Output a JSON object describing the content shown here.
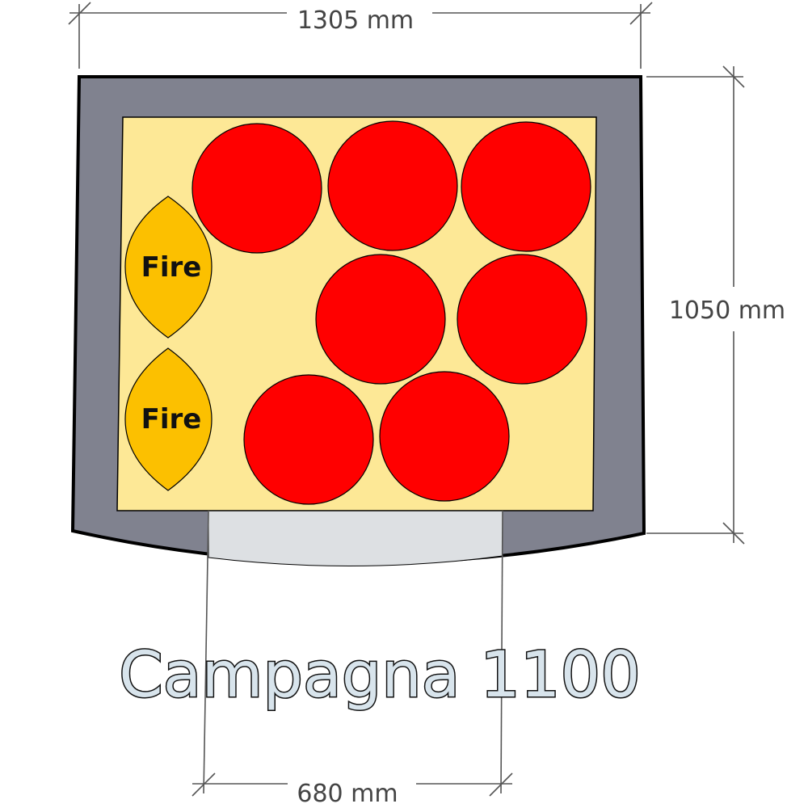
{
  "title": "Campagna 1100",
  "dimensions": {
    "width": "1305 mm",
    "depth": "1050 mm",
    "door_width": "680 mm"
  },
  "fire_zones": [
    {
      "label": "Fire"
    },
    {
      "label": "Fire"
    }
  ],
  "pizza_count": 7,
  "colors": {
    "oven_body": "#80828f",
    "floor": "#fde896",
    "pizza": "#ff0000",
    "fire": "#fcc000",
    "door": "#dde0e3"
  }
}
